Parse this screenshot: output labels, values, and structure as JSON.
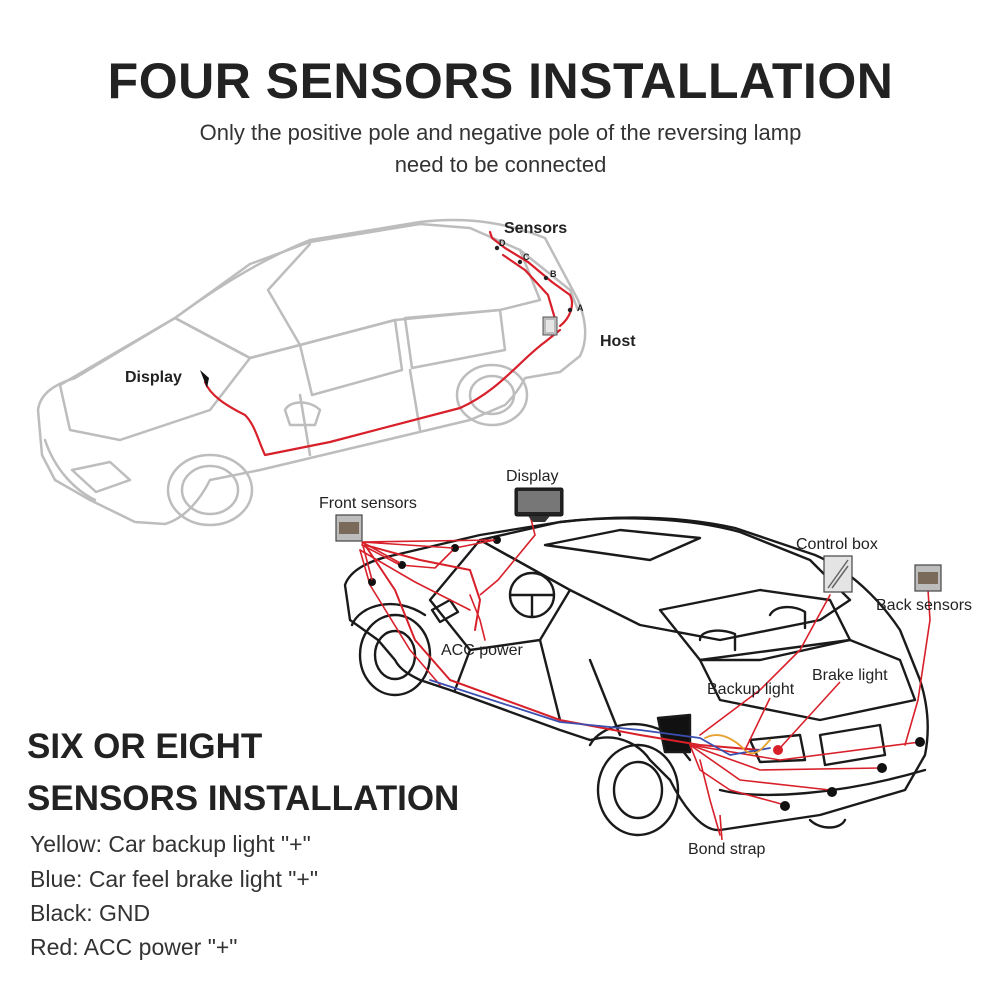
{
  "title": "FOUR SENSORS INSTALLATION",
  "subtitle_line1": "Only the positive pole and negative pole of the reversing lamp",
  "subtitle_line2": "need to be connected",
  "top_diagram": {
    "labels": {
      "sensors": "Sensors",
      "host": "Host",
      "display": "Display",
      "sensor_d": "D",
      "sensor_c": "C",
      "sensor_b": "B",
      "sensor_a": "A"
    }
  },
  "bottom_diagram": {
    "labels": {
      "display": "Display",
      "front_sensors": "Front sensors",
      "control_box": "Control box",
      "back_sensors": "Back sensors",
      "acc_power": "ACC power",
      "brake_light": "Brake light",
      "backup_light": "Backup light",
      "bond_strap": "Bond strap"
    }
  },
  "section2_heading_line1": "SIX OR EIGHT",
  "section2_heading_line2": "SENSORS INSTALLATION",
  "legend": [
    "Yellow: Car backup light \"+\"",
    "Blue: Car feel brake light \"+\"",
    "Black: GND",
    "Red: ACC power \"+\""
  ],
  "colors": {
    "wire_red": "#d8202a",
    "wire_blue": "#3a4fb0",
    "wire_yellow": "#e8a030",
    "car_outline_light": "#bdbdbd",
    "car_outline_dark": "#1a1a1a"
  }
}
